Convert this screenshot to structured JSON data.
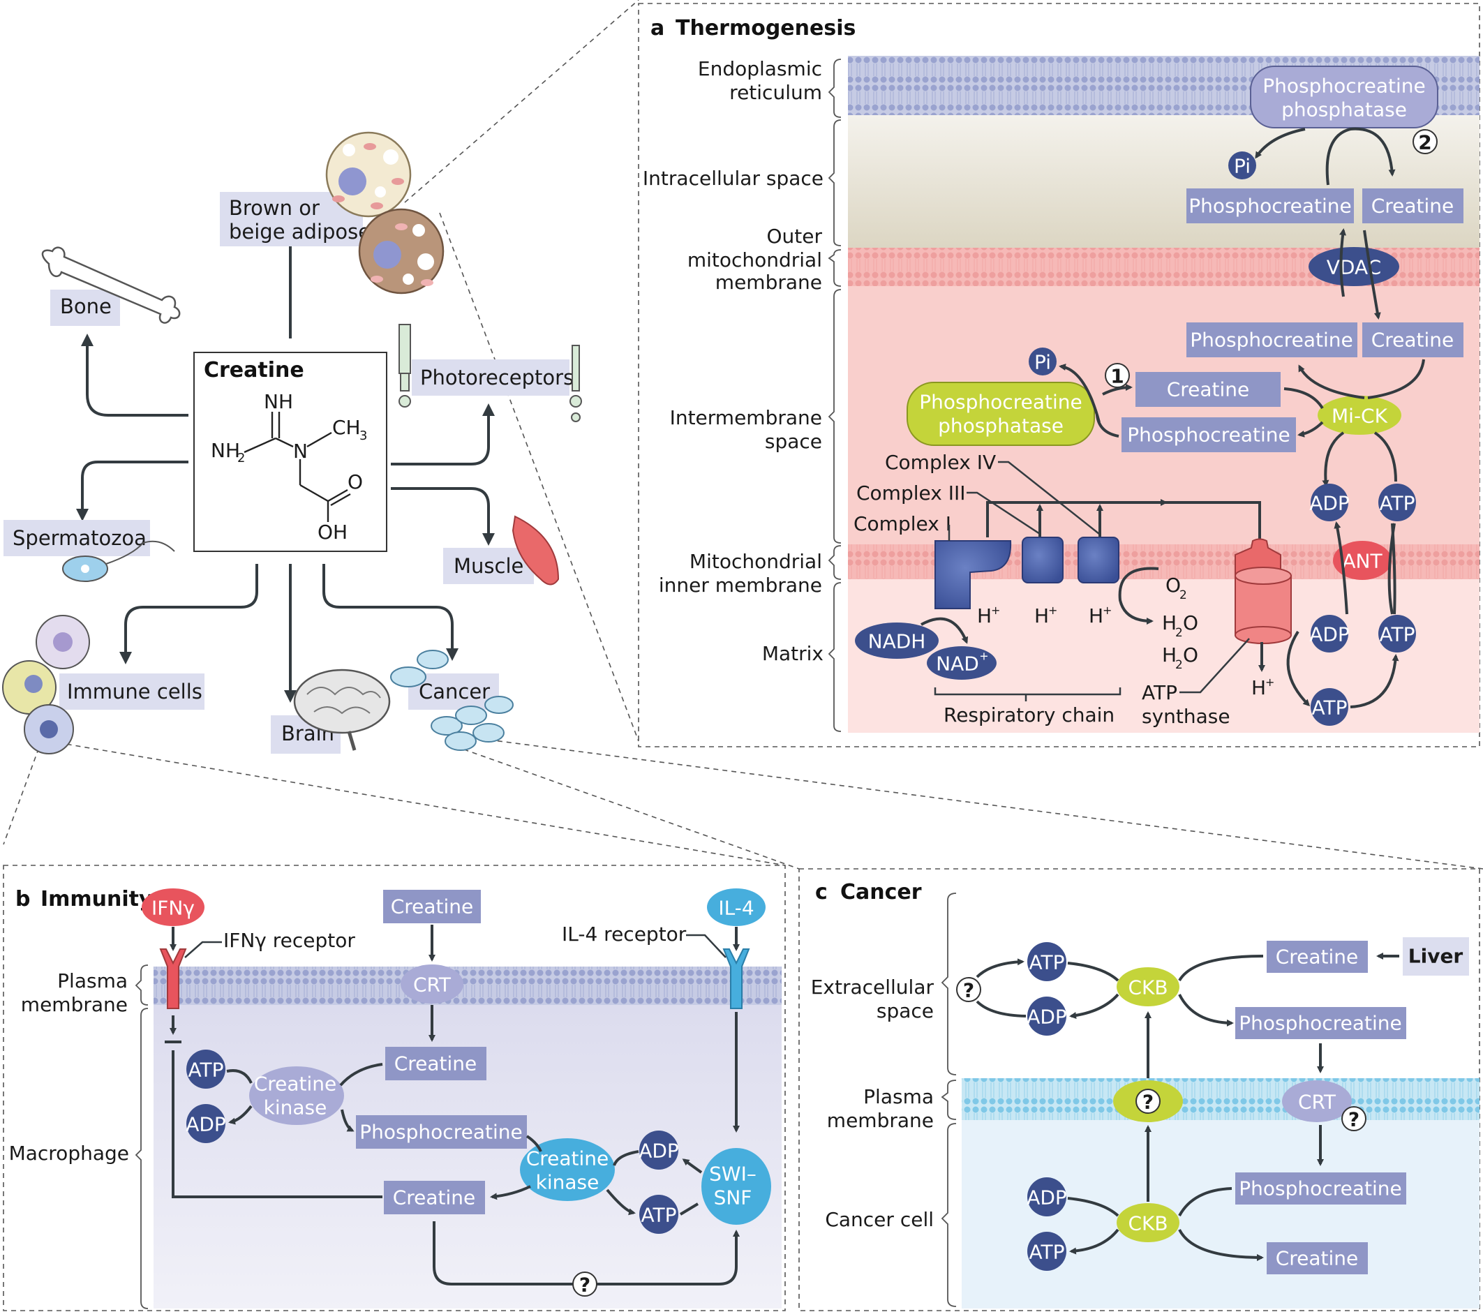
{
  "overview": {
    "center_title": "Creatine",
    "molecule": {
      "nh": "NH",
      "nh2": "NH",
      "nh2_sub": "2",
      "n": "N",
      "ch3": "CH",
      "ch3_sub": "3",
      "o": "O",
      "oh": "OH"
    },
    "tissues": {
      "brown_adipose": [
        "Brown or",
        "beige adipose"
      ],
      "bone": "Bone",
      "photoreceptors": "Photoreceptors",
      "spermatozoa": "Spermatozoa",
      "muscle": "Muscle",
      "immune": "Immune cells",
      "brain": "Brain",
      "cancer": "Cancer"
    }
  },
  "panel_a": {
    "letter": "a",
    "title": "Thermogenesis",
    "compartments": {
      "er": [
        "Endoplasmic",
        "reticulum"
      ],
      "intracellular": "Intracellular space",
      "omm": [
        "Outer",
        "mitochondrial",
        "membrane"
      ],
      "ims": [
        "Intermembrane",
        "space"
      ],
      "imm": [
        "Mitochondrial",
        "inner membrane"
      ],
      "matrix": "Matrix"
    },
    "pcp_top": [
      "Phosphocreatine",
      "phosphatase"
    ],
    "pcp_mid": [
      "Phosphocreatine",
      "phosphatase"
    ],
    "pi": "Pi",
    "step1": "1",
    "step2": "2",
    "phosphocreatine": "Phosphocreatine",
    "creatine": "Creatine",
    "vdac": "VDAC",
    "mick": "Mi-CK",
    "ant": "ANT",
    "adp": "ADP",
    "atp": "ATP",
    "complex_iv": "Complex IV",
    "complex_iii": "Complex III",
    "complex_i": "Complex I",
    "h": "H",
    "plus": "+",
    "o2": "O",
    "o2_sub": "2",
    "h2o_h": "H",
    "h2o_sub": "2",
    "h2o_o": "O",
    "nadh": "NADH",
    "nad": "NAD",
    "respiratory_chain": "Respiratory chain",
    "atp_synthase": [
      "ATP",
      "synthase"
    ]
  },
  "panel_b": {
    "letter": "b",
    "title": "Immunity",
    "ifng": "IFNγ",
    "ifng_receptor": "IFNγ receptor",
    "il4": "IL-4",
    "il4_receptor": "IL-4 receptor",
    "creatine": "Creatine",
    "crt": "CRT",
    "plasma_membrane": [
      "Plasma",
      "membrane"
    ],
    "macrophage": "Macrophage",
    "atp": "ATP",
    "adp": "ADP",
    "creatine_kinase": [
      "Creatine",
      "kinase"
    ],
    "phosphocreatine": "Phosphocreatine",
    "swisnf": [
      "SWI–",
      "SNF"
    ],
    "question": "?"
  },
  "panel_c": {
    "letter": "c",
    "title": "Cancer",
    "extracellular": [
      "Extracellular",
      "space"
    ],
    "plasma_membrane": [
      "Plasma",
      "membrane"
    ],
    "cancer_cell": "Cancer cell",
    "liver": "Liver",
    "creatine": "Creatine",
    "phosphocreatine": "Phosphocreatine",
    "ckb": "CKB",
    "crt": "CRT",
    "atp": "ATP",
    "adp": "ADP",
    "question": "?"
  },
  "colors": {
    "label_box": "#8f96c6",
    "label_box_light": "#dcdeef",
    "dark_oval": "#3c4f8c",
    "yellow_oval": "#c4d43a",
    "red_oval": "#e8545d",
    "cyan_oval": "#47aedd",
    "lilac_oval": "#a9abd6"
  }
}
